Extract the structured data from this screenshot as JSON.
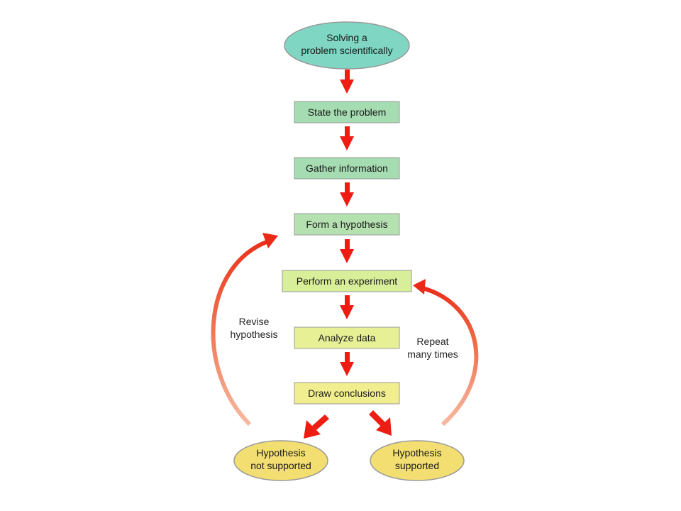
{
  "diagram": {
    "start": {
      "line1": "Solving a",
      "line2": "problem scientifically"
    },
    "steps": [
      "State the problem",
      "Gather information",
      "Form a hypothesis",
      "Perform an experiment",
      "Analyze data",
      "Draw conclusions"
    ],
    "outcomes": {
      "not_supported": {
        "line1": "Hypothesis",
        "line2": "not supported"
      },
      "supported": {
        "line1": "Hypothesis",
        "line2": "supported"
      }
    },
    "loop_labels": {
      "revise": {
        "line1": "Revise",
        "line2": "hypothesis"
      },
      "repeat": {
        "line1": "Repeat",
        "line2": "many times"
      }
    }
  },
  "colors": {
    "start_fill": "#7fd6c2",
    "step_green_fill": "#a6dcb2",
    "step_lime_fill": "#d9ee98",
    "step_yellow_fill": "#f1ee8f",
    "outcome_fill": "#f3de72",
    "arrow": "#ee1c13",
    "loop_arrow": "#ea2a17",
    "loop_fade": "#f6b9a0"
  }
}
